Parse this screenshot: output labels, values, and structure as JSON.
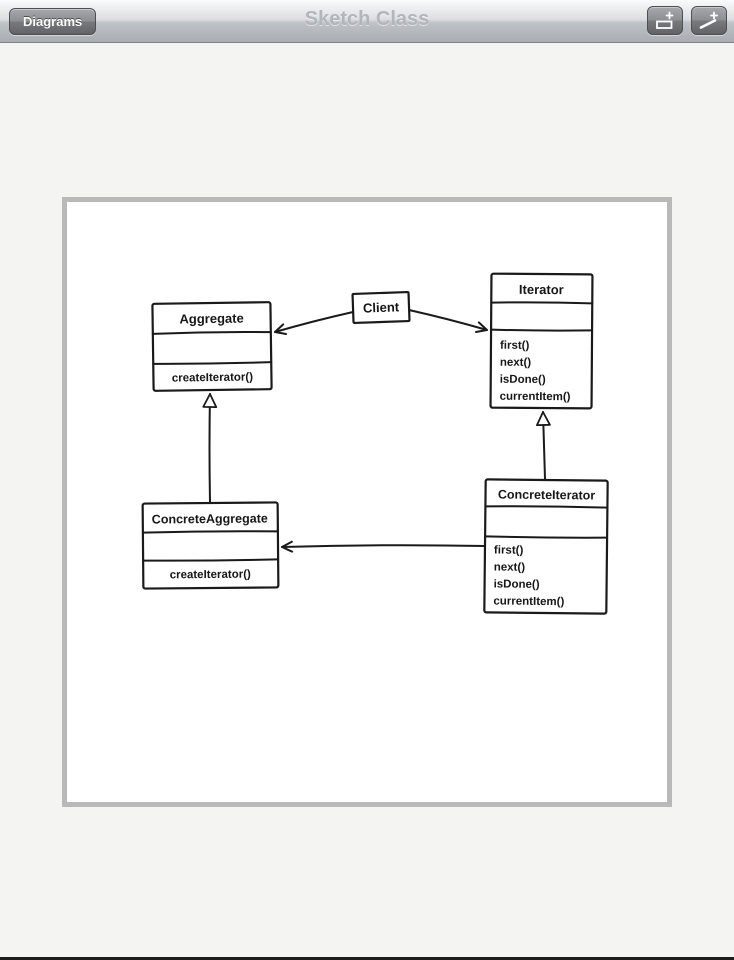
{
  "toolbar": {
    "back_button": "Diagrams",
    "title": "Sketch Class",
    "add_box_icon": "add-class-box",
    "add_line_icon": "add-connection-line"
  },
  "diagram": {
    "ink_color": "#1a1a1a",
    "classes": [
      {
        "name": "Aggregate",
        "attributes": [],
        "methods": [
          "createIterator()"
        ]
      },
      {
        "name": "Client",
        "attributes": [],
        "methods": []
      },
      {
        "name": "Iterator",
        "attributes": [],
        "methods": [
          "first()",
          "next()",
          "isDone()",
          "currentItem()"
        ]
      },
      {
        "name": "ConcreteAggregate",
        "attributes": [],
        "methods": [
          "createIterator()"
        ]
      },
      {
        "name": "ConcreteIterator",
        "attributes": [],
        "methods": [
          "first()",
          "next()",
          "isDone()",
          "currentItem()"
        ]
      }
    ],
    "relations": [
      {
        "from": "Client",
        "to": "Aggregate",
        "type": "association"
      },
      {
        "from": "Client",
        "to": "Iterator",
        "type": "association"
      },
      {
        "from": "ConcreteAggregate",
        "to": "Aggregate",
        "type": "generalization"
      },
      {
        "from": "ConcreteIterator",
        "to": "Iterator",
        "type": "generalization"
      },
      {
        "from": "ConcreteIterator",
        "to": "ConcreteAggregate",
        "type": "association"
      }
    ]
  }
}
